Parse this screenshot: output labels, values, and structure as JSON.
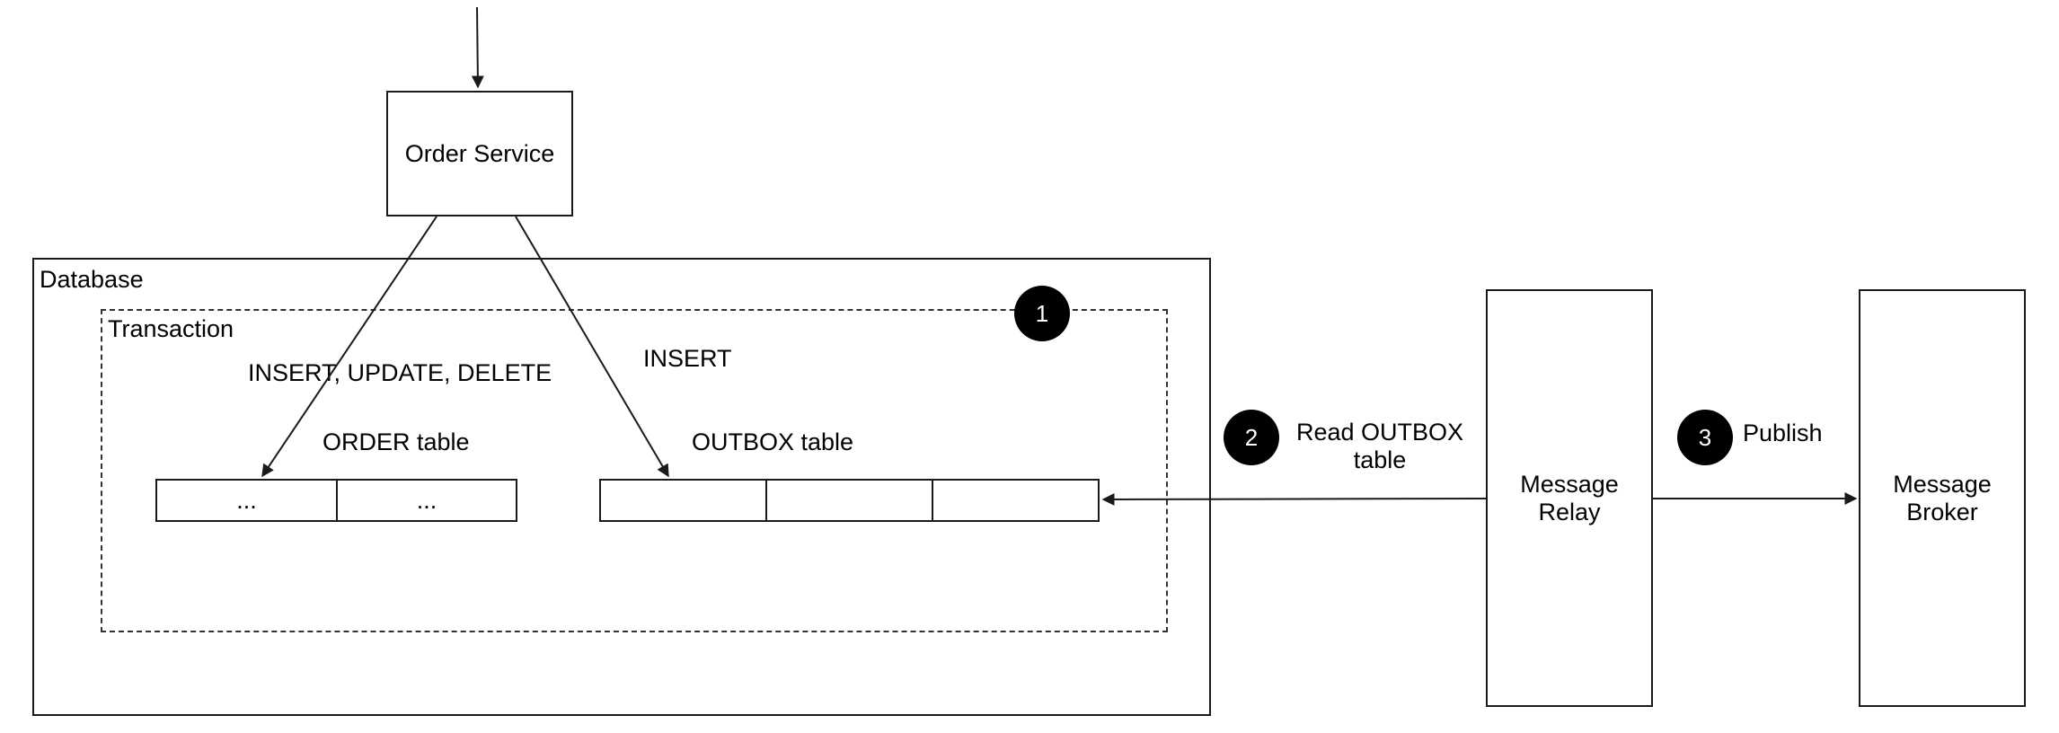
{
  "order_service": {
    "label": "Order Service"
  },
  "database": {
    "label": "Database"
  },
  "transaction": {
    "label": "Transaction"
  },
  "labels": {
    "insert_update_delete": "INSERT, UPDATE, DELETE",
    "insert": "INSERT",
    "order_table": "ORDER table",
    "outbox_table": "OUTBOX table",
    "read_outbox_line1": "Read OUTBOX",
    "read_outbox_line2": "table",
    "publish": "Publish"
  },
  "order_table_cells": [
    "...",
    "..."
  ],
  "outbox_table_cells": [
    "",
    "",
    ""
  ],
  "badges": {
    "step1": "1",
    "step2": "2",
    "step3": "3"
  },
  "message_relay": {
    "line1": "Message",
    "line2": "Relay"
  },
  "message_broker": {
    "line1": "Message",
    "line2": "Broker"
  }
}
